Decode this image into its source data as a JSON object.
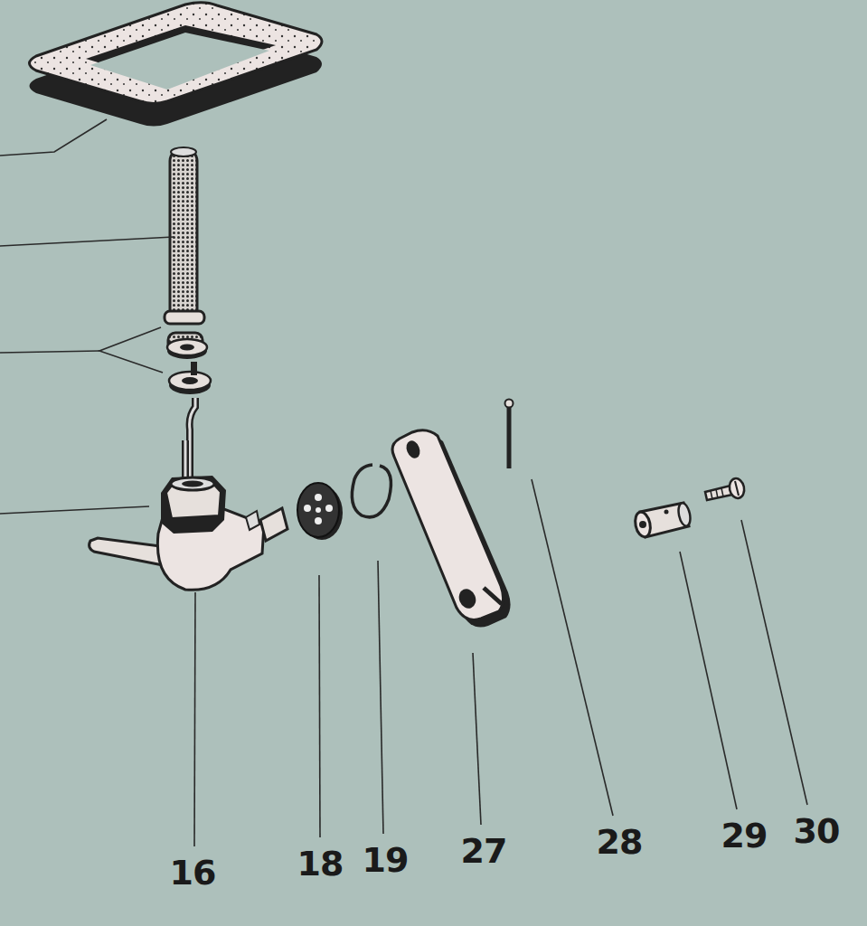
{
  "diagram": {
    "labels": [
      "16",
      "18",
      "19",
      "27",
      "28",
      "29",
      "30"
    ]
  }
}
